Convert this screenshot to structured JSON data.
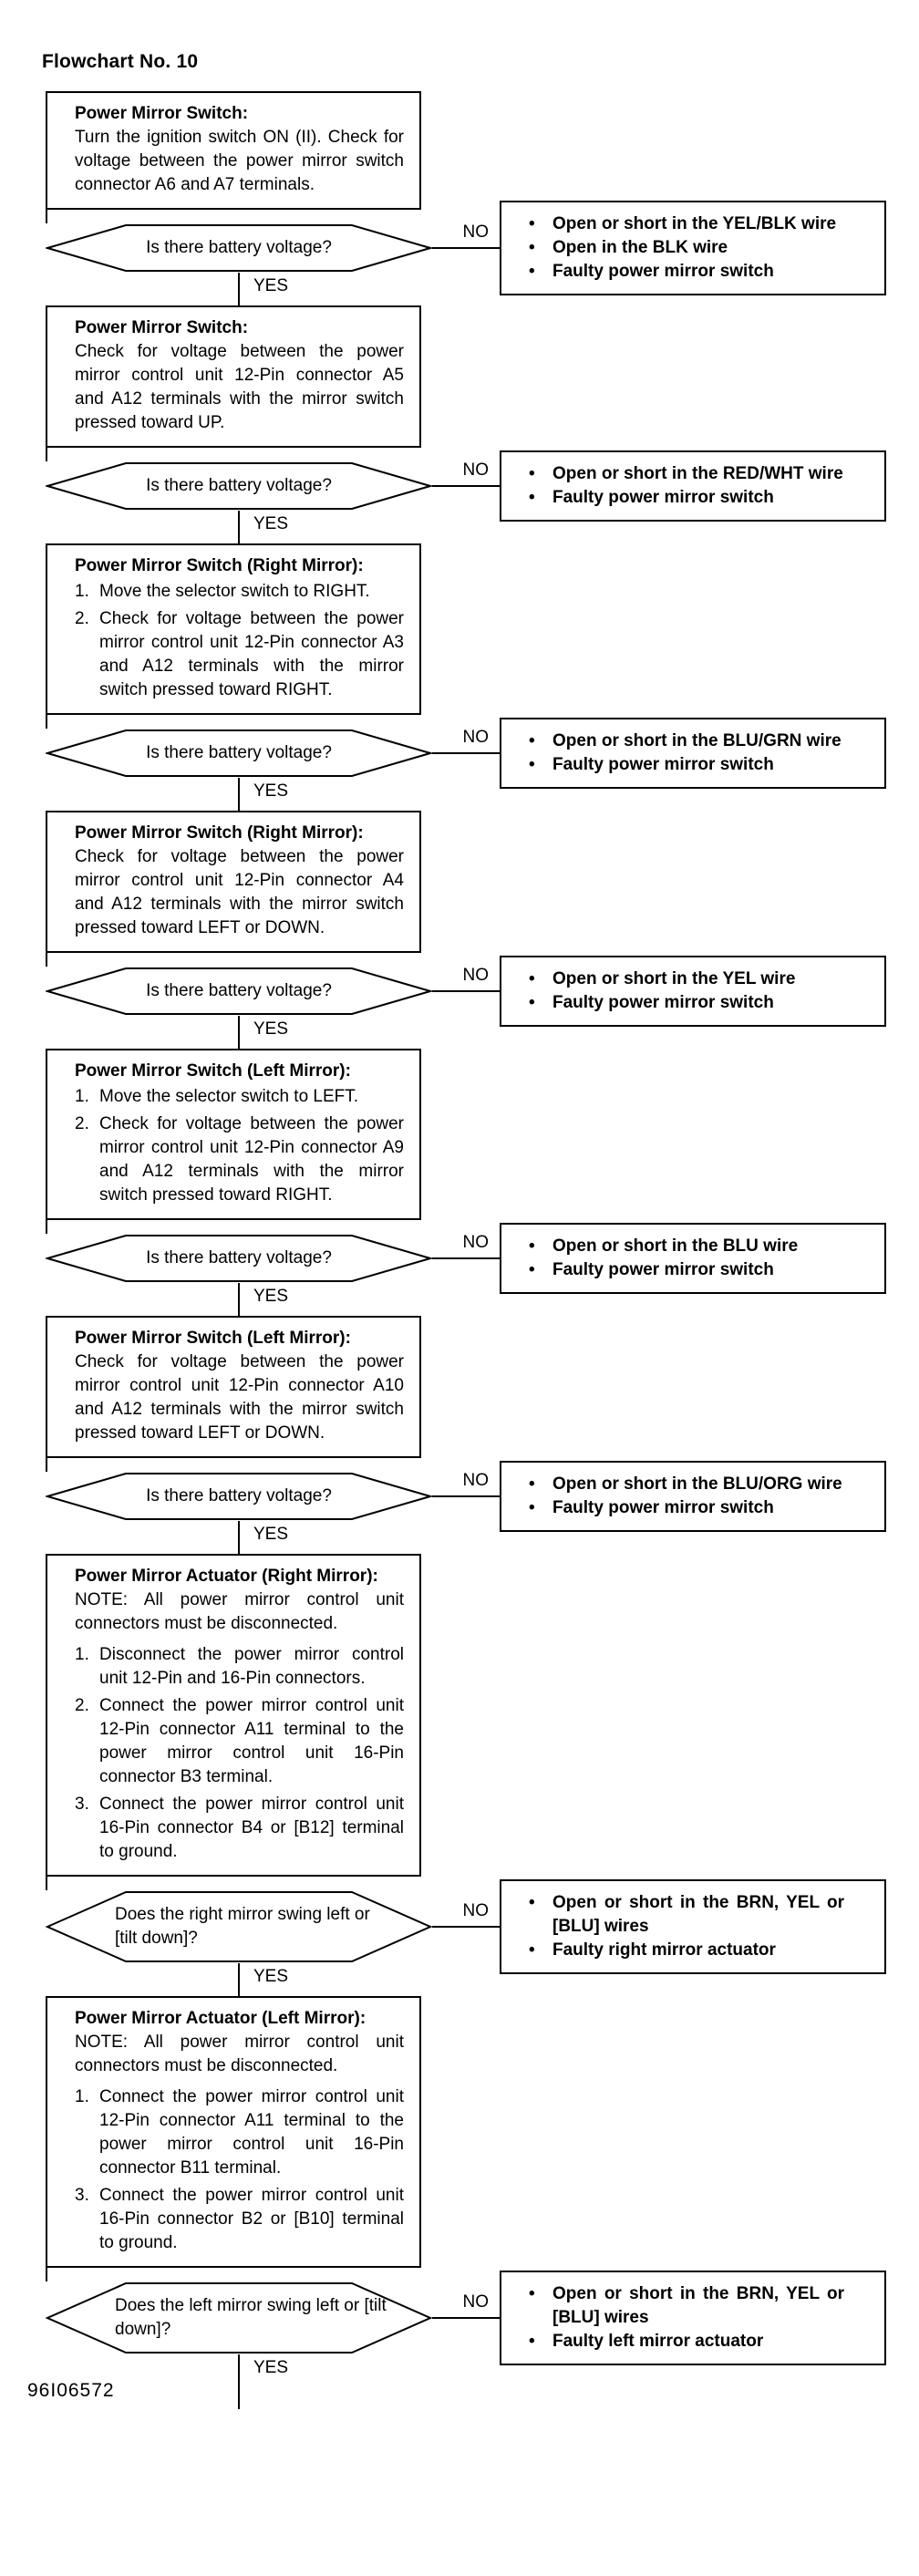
{
  "title": "Flowchart No. 10",
  "footer_code": "96I06572",
  "labels": {
    "yes": "YES",
    "no": "NO",
    "bullet": "•"
  },
  "colors": {
    "line": "#000000",
    "background": "#ffffff"
  },
  "steps": [
    {
      "box": {
        "heading": "Power Mirror Switch:",
        "paragraphs": [
          "Turn the ignition switch ON (II). Check for voltage between the power mirror switch connector A6 and A7 terminals."
        ]
      },
      "decision": "Is there battery voltage?",
      "no_results": [
        "Open or short in the YEL/BLK wire",
        "Open in the BLK wire",
        "Faulty power mirror switch"
      ]
    },
    {
      "box": {
        "heading": "Power Mirror Switch:",
        "paragraphs": [
          "Check for voltage between the power mirror control unit 12-Pin connector A5 and A12 terminals with the mirror switch pressed toward UP."
        ]
      },
      "decision": "Is there battery voltage?",
      "no_results": [
        "Open or short in the RED/WHT wire",
        "Faulty power mirror switch"
      ]
    },
    {
      "box": {
        "heading": "Power Mirror Switch (Right Mirror):",
        "items": [
          {
            "num": "1.",
            "text": "Move the selector switch to RIGHT."
          },
          {
            "num": "2.",
            "text": "Check for voltage between the power mirror control unit 12-Pin connector A3 and A12 terminals with the mirror switch pressed toward RIGHT."
          }
        ]
      },
      "decision": "Is there battery voltage?",
      "no_results": [
        "Open or short in the BLU/GRN wire",
        "Faulty power mirror switch"
      ]
    },
    {
      "box": {
        "heading": "Power Mirror Switch (Right Mirror):",
        "paragraphs": [
          "Check for voltage between the power mirror control unit 12-Pin connector A4 and A12 terminals with the mirror switch pressed toward LEFT or DOWN."
        ]
      },
      "decision": "Is there battery voltage?",
      "no_results": [
        "Open or short in the YEL wire",
        "Faulty power mirror switch"
      ]
    },
    {
      "box": {
        "heading": "Power Mirror Switch (Left Mirror):",
        "items": [
          {
            "num": "1.",
            "text": "Move the selector switch to LEFT."
          },
          {
            "num": "2.",
            "text": "Check for voltage between the power mirror control unit 12-Pin connector A9 and A12 terminals with the mirror switch pressed toward RIGHT."
          }
        ]
      },
      "decision": "Is there battery voltage?",
      "no_results": [
        "Open or short in the BLU wire",
        "Faulty power mirror switch"
      ]
    },
    {
      "box": {
        "heading": "Power Mirror Switch (Left Mirror):",
        "paragraphs": [
          "Check for voltage between the power mirror control unit 12-Pin connector A10 and A12 terminals with the mirror switch pressed toward LEFT or DOWN."
        ]
      },
      "decision": "Is there battery voltage?",
      "no_results": [
        "Open or short in the BLU/ORG wire",
        "Faulty power mirror switch"
      ]
    },
    {
      "box": {
        "heading": "Power Mirror Actuator (Right Mirror):",
        "note": "NOTE: All power mirror control unit connectors must be disconnected.",
        "items": [
          {
            "num": "1.",
            "text": "Disconnect the power mirror control unit 12-Pin and 16-Pin connectors."
          },
          {
            "num": "2.",
            "text": "Connect the power mirror control unit 12-Pin connector A11 terminal to the power mirror control unit 16-Pin connector B3 terminal."
          },
          {
            "num": "3.",
            "text": "Connect the power mirror control unit 16-Pin connector B4 or [B12] terminal to ground."
          }
        ]
      },
      "decision": "Does the right mirror swing left or [tilt down]?",
      "no_results": [
        "Open or short in the BRN, YEL or [BLU] wires",
        "Faulty right mirror actuator"
      ]
    },
    {
      "box": {
        "heading": "Power Mirror Actuator (Left Mirror):",
        "note": "NOTE: All power mirror control unit connectors must be disconnected.",
        "items": [
          {
            "num": "1.",
            "text": "Connect the power mirror control unit 12-Pin connector A11 terminal to the power mirror control unit 16-Pin connector B11 terminal."
          },
          {
            "num": "3.",
            "text": "Connect the power mirror control unit 16-Pin connector B2 or [B10] terminal to ground."
          }
        ]
      },
      "decision": "Does the left mirror swing left or [tilt down]?",
      "no_results": [
        "Open or short in the BRN, YEL or [BLU] wires",
        "Faulty left mirror actuator"
      ]
    }
  ]
}
